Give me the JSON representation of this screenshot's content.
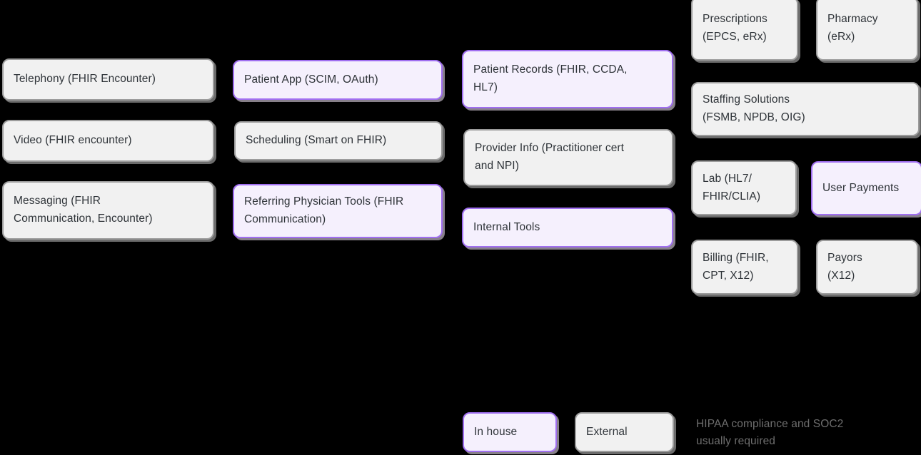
{
  "diagram": {
    "background_color": "#000000",
    "legend_note": "HIPAA compliance and SOC2\nusually required",
    "colors": {
      "external_fill": "#f1f1f1",
      "external_border": "#9c9c9c",
      "inhouse_fill": "#f5f0fd",
      "inhouse_border": "#a06ff0",
      "text": "#2e3338",
      "note_text": "#6e6e6e"
    }
  },
  "columns": {
    "communication": [
      {
        "label": "Telephony (FHIR Encounter)",
        "type": "external"
      },
      {
        "label": "Video (FHIR encounter)",
        "type": "external"
      },
      {
        "label": "Messaging (FHIR\nCommunication, Encounter)",
        "type": "external"
      }
    ],
    "applications": [
      {
        "label": "Patient App (SCIM, OAuth)",
        "type": "inhouse"
      },
      {
        "label": "Scheduling (Smart on FHIR)",
        "type": "external"
      },
      {
        "label": "Referring Physician Tools (FHIR\nCommunication)",
        "type": "inhouse"
      }
    ],
    "records": [
      {
        "label": "Patient Records (FHIR, CCDA,\nHL7)",
        "type": "inhouse"
      },
      {
        "label": "Provider Info (Practitioner cert\nand NPI)",
        "type": "external"
      },
      {
        "label": "Internal Tools",
        "type": "inhouse"
      }
    ],
    "services": [
      {
        "label": "Prescriptions\n(EPCS, eRx)",
        "type": "external"
      },
      {
        "label": "Pharmacy\n(eRx)",
        "type": "external"
      },
      {
        "label": "Staffing Solutions\n(FSMB, NPDB, OIG)",
        "type": "external"
      },
      {
        "label": "Lab (HL7/\nFHIR/CLIA)",
        "type": "external"
      },
      {
        "label": "User Payments",
        "type": "inhouse"
      },
      {
        "label": "Billing (FHIR,\nCPT, X12)",
        "type": "external"
      },
      {
        "label": "Payors\n(X12)",
        "type": "external"
      }
    ]
  },
  "legend": {
    "items": [
      {
        "label": "In house",
        "type": "inhouse"
      },
      {
        "label": "External",
        "type": "external"
      }
    ]
  }
}
